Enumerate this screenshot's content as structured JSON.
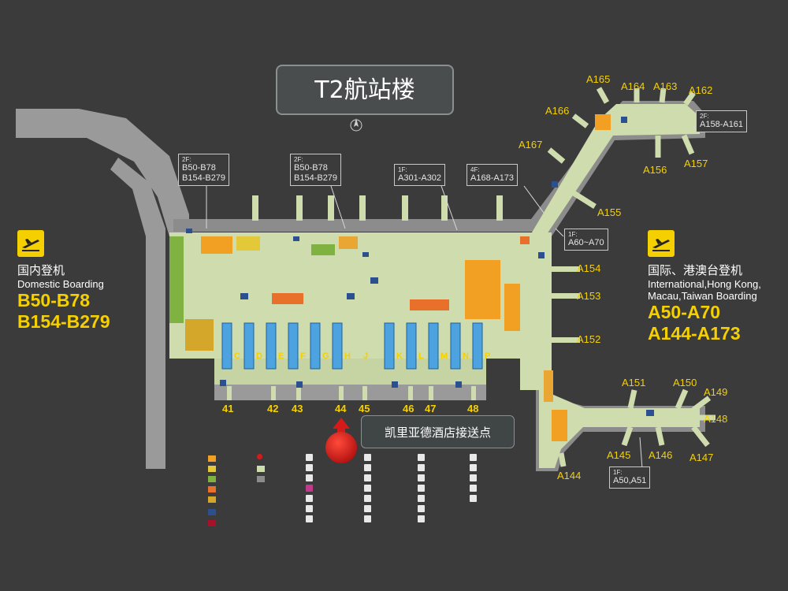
{
  "terminal": {
    "title": "T2航站楼"
  },
  "domestic": {
    "label_cn": "国内登机",
    "label_en": "Domestic Boarding",
    "gates_1": "B50-B78",
    "gates_2": "B154-B279"
  },
  "international": {
    "label_cn": "国际、港澳台登机",
    "label_en_1": "International,Hong Kong,",
    "label_en_2": "Macau,Taiwan Boarding",
    "gates_1": "A50-A70",
    "gates_2": "A144-A173"
  },
  "floor_boxes": [
    {
      "floor": "2F:",
      "text": "B50-B78\nB154-B279"
    },
    {
      "floor": "2F:",
      "text": "B50-B78\nB154-B279"
    },
    {
      "floor": "1F:",
      "text": "A301-A302"
    },
    {
      "floor": "4F:",
      "text": "A168-A173"
    },
    {
      "floor": "1F:",
      "text": "A60~A70"
    },
    {
      "floor": "2F:",
      "text": "A158-A161"
    },
    {
      "floor": "1F:",
      "text": "A50,A51"
    }
  ],
  "gates": [
    "A165",
    "A164",
    "A163",
    "A162",
    "A166",
    "A167",
    "A156",
    "A157",
    "A155",
    "A154",
    "A153",
    "A152",
    "A151",
    "A150",
    "A149",
    "A148",
    "A147",
    "A146",
    "A145",
    "A144"
  ],
  "bottom_numbers": [
    "41",
    "42",
    "43",
    "44",
    "45",
    "46",
    "47",
    "48"
  ],
  "hotel": {
    "label": "凯里亚德酒店接送点"
  },
  "colors": {
    "background": "#3b3b3b",
    "apron": "#9a9a9a",
    "building": "#cfdcae",
    "accent_yellow": "#f5d000",
    "pin": "#d51a1a",
    "checkin": "#4da3e0"
  },
  "icons": [
    "plane-departure-icon",
    "compass-icon",
    "location-pin-icon"
  ]
}
